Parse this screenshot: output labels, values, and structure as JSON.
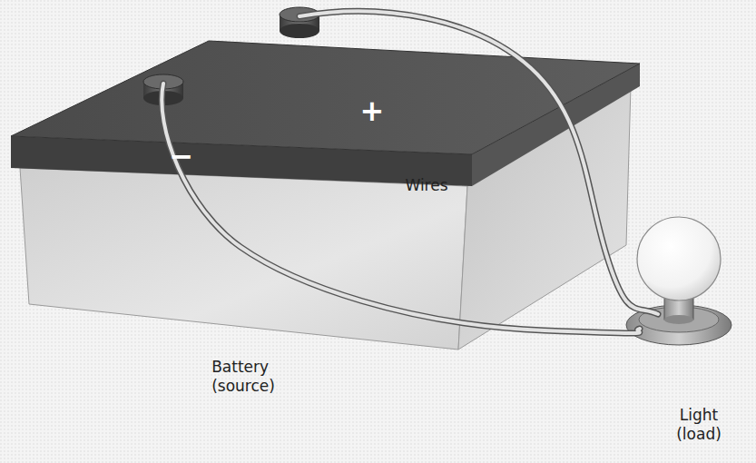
{
  "diagram": {
    "labels": [
      "−",
      "+",
      "Wires",
      "Battery (source)",
      "Light (load)"
    ]
  }
}
